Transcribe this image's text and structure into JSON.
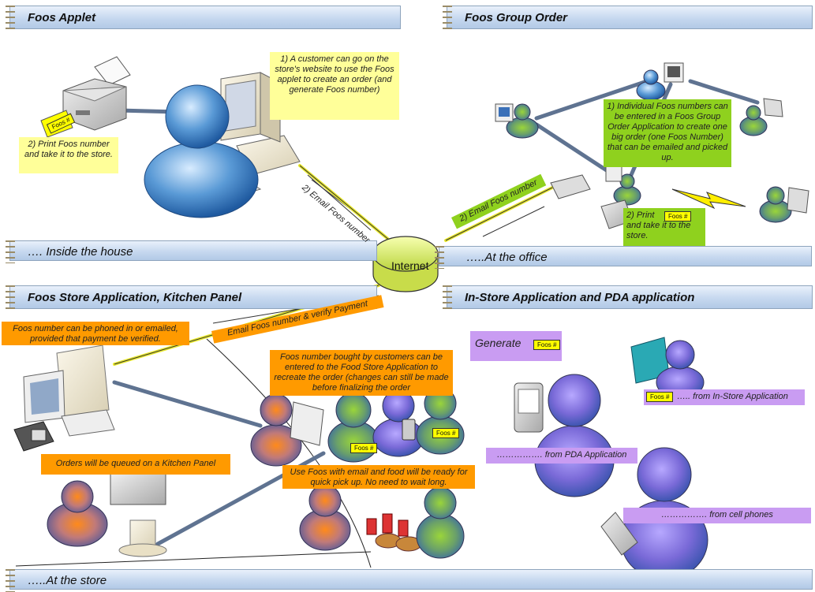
{
  "sections": {
    "applet": "Foos Applet",
    "group_order": "Foos Group Order",
    "house": "…. Inside the house",
    "office": "…..At the office",
    "store_app": "Foos Store Application, Kitchen Panel",
    "instore": "In-Store Application and PDA application",
    "at_store": "…..At the store"
  },
  "internet": "Internet",
  "notes": {
    "customer_website": "1) A customer can go on the store's website to use the Foos applet to create an order (and generate Foos number)",
    "print_take": "2) Print Foos number and take it to the store.",
    "email_applet": "2) Email Foos number",
    "group_entry": "1) Individual Foos numbers can be entered in a Foos Group Order Application to create one big order (one Foos Number) that can be emailed and picked up.",
    "email_office": "2) Email Foos number",
    "print_office": "2) Print",
    "print_office_2": "and take it to the store.",
    "phoned_in": "Foos number can be phoned in or emailed, provided that payment be verified.",
    "email_verify": "Email Foos number & verify Payment",
    "bought_by": "Foos number bought by customers can be entered to the Food Store Application to recreate the order (changes can still be made before finalizing the order",
    "queued": "Orders will be queued on a Kitchen Panel",
    "use_foos": "Use Foos with email and food will be ready for quick pick up. No need to wait long.",
    "generate": "Generate"
  },
  "badge": "Foos #",
  "sources": {
    "instore": "….. from In-Store Application",
    "pda": "……………. from PDA Application",
    "cell": "……………. from cell phones"
  },
  "colors": {
    "banner": "#c6d8ef",
    "yellow_note": "#ffff99",
    "green_note": "#8fd11e",
    "orange_note": "#ff9a00",
    "purple_note": "#c99cf2",
    "badge": "#ffff00",
    "person_blue": "#5a9ad6",
    "person_orange": "#ff7a1a",
    "person_green": "#8ec63f",
    "person_purple": "#8a7ad8"
  }
}
